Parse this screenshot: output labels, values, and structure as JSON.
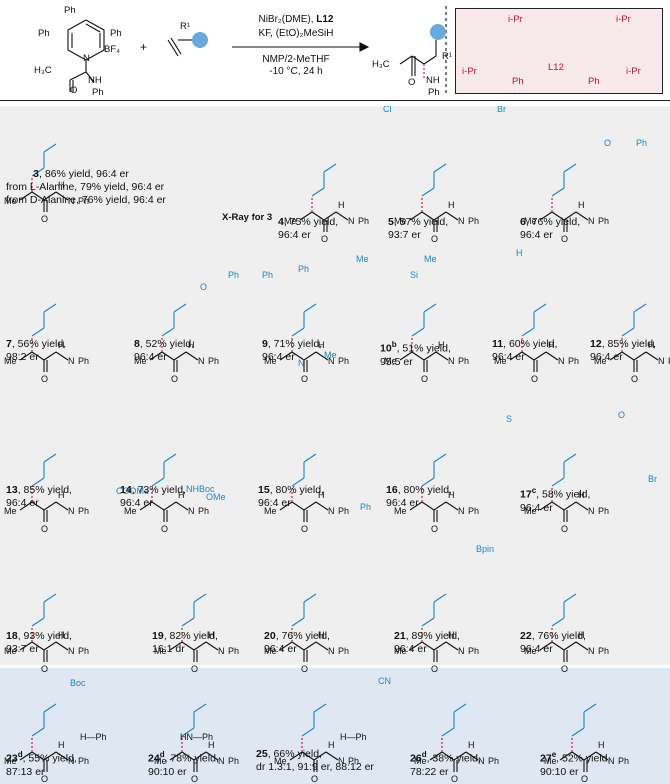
{
  "header": {
    "reagent_label_top": "NiBr₂(DME),",
    "ligand": "L12",
    "reagent_label_mid": "KF, (EtO)₂MeSiH",
    "solvent": "NMP/2-MeTHF",
    "conditions": "-10 °C, 24 h",
    "ligand_box_label": "L12",
    "ligand_ipr": "i-Pr",
    "ligand_ph": "Ph",
    "bf4": "BF₄",
    "r1": "R¹",
    "ph": "Ph",
    "h3c": "H₃C",
    "nh": "NH",
    "n": "N",
    "plus": "+",
    "o": "O",
    "h": "H"
  },
  "xray_label": "X-Ray for 3",
  "entries": [
    {
      "id": "3",
      "sup": "",
      "yield": "86% yield, 96:4 er",
      "line2": "from L-Alanine, 79% yield, 96:4 er",
      "line3": "from D-Alanine, 76% yield, 96:4 er"
    },
    {
      "id": "4",
      "sup": "",
      "yield": "75% yield,",
      "line2": "96:4 er"
    },
    {
      "id": "5",
      "sup": "",
      "yield": "57% yield,",
      "line2": "93:7 er"
    },
    {
      "id": "6",
      "sup": "",
      "yield": "76% yield,",
      "line2": "96:4 er"
    },
    {
      "id": "7",
      "sup": "",
      "yield": "56% yield,",
      "line2": "98:2 er"
    },
    {
      "id": "8",
      "sup": "",
      "yield": "52% yield,",
      "line2": "96:4 er"
    },
    {
      "id": "9",
      "sup": "",
      "yield": "71% yield,",
      "line2": "96:4 er"
    },
    {
      "id": "10",
      "sup": "b",
      "yield": "51% yield,",
      "line2": "95:5 er"
    },
    {
      "id": "11",
      "sup": "",
      "yield": "60% yield,",
      "line2": "96:4 er"
    },
    {
      "id": "12",
      "sup": "",
      "yield": "85% yield,",
      "line2": "96:4 er"
    },
    {
      "id": "13",
      "sup": "",
      "yield": "85% yield,",
      "line2": "96:4 er"
    },
    {
      "id": "14",
      "sup": "",
      "yield": "73% yield,",
      "line2": "96:4 er"
    },
    {
      "id": "15",
      "sup": "",
      "yield": "80% yield,",
      "line2": "96:4 er"
    },
    {
      "id": "16",
      "sup": "",
      "yield": "80% yield,",
      "line2": "96:4 er"
    },
    {
      "id": "17",
      "sup": "c",
      "yield": "58% yield,",
      "line2": "96:4 er"
    },
    {
      "id": "18",
      "sup": "",
      "yield": "93% yield,",
      "line2": "93:7 er"
    },
    {
      "id": "19",
      "sup": "",
      "yield": "82% yield,",
      "line2": "16:1 dr"
    },
    {
      "id": "20",
      "sup": "",
      "yield": "76% yield,",
      "line2": "96:4 er"
    },
    {
      "id": "21",
      "sup": "",
      "yield": "89% yield,",
      "line2": "96:4 er"
    },
    {
      "id": "22",
      "sup": "",
      "yield": "76% yield,",
      "line2": "96:4 er"
    },
    {
      "id": "23",
      "sup": "d",
      "yield": "55% yield,",
      "line2": "87:13 er"
    },
    {
      "id": "24",
      "sup": "d",
      "yield": "78% yield,",
      "line2": "90:10 er"
    },
    {
      "id": "25",
      "sup": "",
      "yield": "66% yield,",
      "line2": "dr 1.3:1, 91:9 er, 88:12 er"
    },
    {
      "id": "26",
      "sup": "d",
      "yield": "38% yield,",
      "line2": "78:22 er"
    },
    {
      "id": "27",
      "sup": "e",
      "yield": "52% yield,",
      "line2": "90:10 er"
    }
  ],
  "groups": {
    "cl": "Cl",
    "br": "Br",
    "obz_o": "O",
    "o": "O",
    "me": "Me",
    "nh": "N",
    "h": "H",
    "ph": "Ph",
    "cho": "H",
    "si": "Si",
    "nhboc": "NHBoc",
    "ome": "OMe",
    "coome": "COOMe",
    "bpin": "Bpin",
    "boc": "Boc",
    "cn": "CN",
    "s": "S",
    "hn_ph": "HN—Ph",
    "nh_ph": "H—Ph",
    "n": "N"
  },
  "colors": {
    "blue": "#1a86c7",
    "red": "#c8102e",
    "gray_panel": "#efefef",
    "blue_panel": "#dfe8f2"
  }
}
